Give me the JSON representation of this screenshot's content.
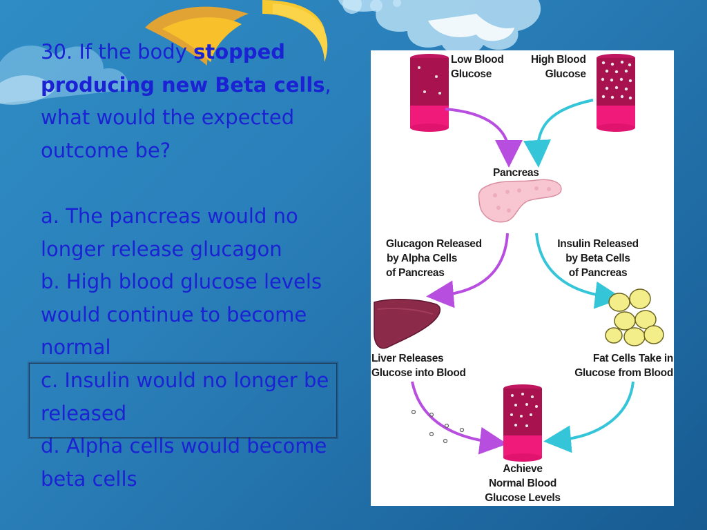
{
  "slide": {
    "question": {
      "number_prefix": "30. If the body ",
      "bold_phrase_1": "stopped",
      "bold_phrase_2": "producing new Beta cells",
      "after_bold": ",",
      "line_rest": "what would the expected outcome be?"
    },
    "options": [
      {
        "letter": "a",
        "text": "a. The pancreas would no longer release glucagon"
      },
      {
        "letter": "b",
        "text": "b. High blood glucose levels would continue to become normal"
      },
      {
        "letter": "c",
        "text": "c. Insulin would no longer be released"
      },
      {
        "letter": "d",
        "text": "d. Alpha cells would become beta cells"
      }
    ],
    "highlighted_option": "c",
    "colors": {
      "text": "#1a22d4",
      "background": "#2a7fb9"
    }
  },
  "diagram": {
    "labels": {
      "low_blood_glucose_1": "Low Blood",
      "low_blood_glucose_2": "Glucose",
      "high_blood_glucose_1": "High Blood",
      "high_blood_glucose_2": "Glucose",
      "pancreas": "Pancreas",
      "glucagon_1": "Glucagon Released",
      "glucagon_2": "by Alpha Cells",
      "glucagon_3": "of Pancreas",
      "insulin_1": "Insulin Released",
      "insulin_2": "by Beta Cells",
      "insulin_3": "of Pancreas",
      "liver_1": "Liver Releases",
      "liver_2": "Glucose into Blood",
      "fat_1": "Fat Cells Take in",
      "fat_2": "Glucose from Blood",
      "normal_1": "Achieve",
      "normal_2": "Normal Blood",
      "normal_3": "Glucose Levels"
    },
    "colors": {
      "tube": "#e0146f",
      "tube_dark": "#a8124f",
      "purple_arrow": "#b84ee0",
      "cyan_arrow": "#35c5d8",
      "liver": "#8c2a4a",
      "fat": "#f4ee8a",
      "pancreas": "#f7c6d0"
    }
  }
}
